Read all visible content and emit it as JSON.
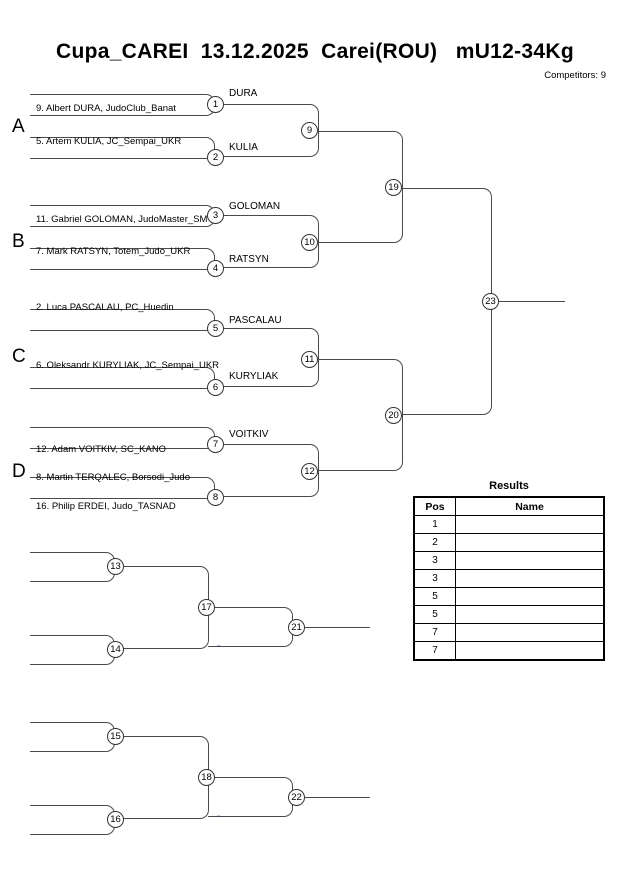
{
  "header": {
    "title": "Cupa_CAREI  13.12.2025  Carei(ROU)   mU12-34Kg",
    "competitors_label": "Competitors: 9"
  },
  "pools": [
    {
      "letter": "A"
    },
    {
      "letter": "B"
    },
    {
      "letter": "C"
    },
    {
      "letter": "D"
    }
  ],
  "entrants": [
    {
      "label": "9. Albert DURA, JudoClub_Banat"
    },
    {
      "label": "5. Artem KULIA, JC_Sempai_UKR"
    },
    {
      "label": "11. Gabriel GOLOMAN, JudoMaster_SM"
    },
    {
      "label": "7. Mark RATSYN, Totem_Judo_UKR"
    },
    {
      "label": "2. Luca PASCALAU, PC_Huedin"
    },
    {
      "label": "6. Oleksandr KURYLIAK, JC_Sempai_UKR"
    },
    {
      "label": "12. Adam VOITKIV, SC_KANO"
    },
    {
      "label": "8. Martin TERQALEC, Borsodi_Judo"
    },
    {
      "label": "16. Philip ERDEI, Judo_TASNAD"
    }
  ],
  "winners": [
    {
      "label": "DURA"
    },
    {
      "label": "KULIA"
    },
    {
      "label": "GOLOMAN"
    },
    {
      "label": "RATSYN"
    },
    {
      "label": "PASCALAU"
    },
    {
      "label": "KURYLIAK"
    },
    {
      "label": "VOITKIV"
    }
  ],
  "nodes": {
    "n1": "1",
    "n2": "2",
    "n3": "3",
    "n4": "4",
    "n5": "5",
    "n6": "6",
    "n7": "7",
    "n8": "8",
    "n9": "9",
    "n10": "10",
    "n11": "11",
    "n12": "12",
    "n13": "13",
    "n14": "14",
    "n15": "15",
    "n16": "16",
    "n17": "17",
    "n18": "18",
    "n19": "19",
    "n20": "20",
    "n21": "21",
    "n22": "22",
    "n23": "23"
  },
  "micro": {
    "rep_upper": "20",
    "rep_lower": "12"
  },
  "results": {
    "title": "Results",
    "columns": [
      "Pos",
      "Name"
    ],
    "rows": [
      {
        "pos": "1",
        "name": ""
      },
      {
        "pos": "2",
        "name": ""
      },
      {
        "pos": "3",
        "name": ""
      },
      {
        "pos": "3",
        "name": ""
      },
      {
        "pos": "5",
        "name": ""
      },
      {
        "pos": "5",
        "name": ""
      },
      {
        "pos": "7",
        "name": ""
      },
      {
        "pos": "7",
        "name": ""
      }
    ]
  }
}
